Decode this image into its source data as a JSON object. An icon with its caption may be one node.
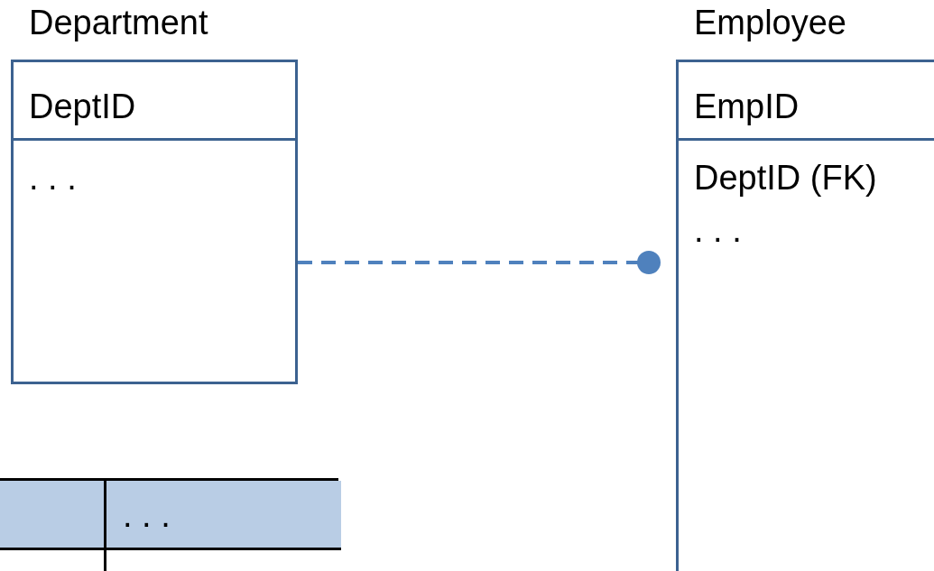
{
  "diagram": {
    "nodes": [
      {
        "text": [
          "Department",
          "DeptID",
          ". . ."
        ]
      },
      {
        "text": [
          "Employee",
          "EmpID",
          "DeptID (FK)",
          ". . ."
        ]
      }
    ],
    "edges": [
      {
        "from": 0,
        "to": 1,
        "arrow": "other",
        "style": "dashed"
      }
    ],
    "labels": [
      ". . ."
    ]
  }
}
